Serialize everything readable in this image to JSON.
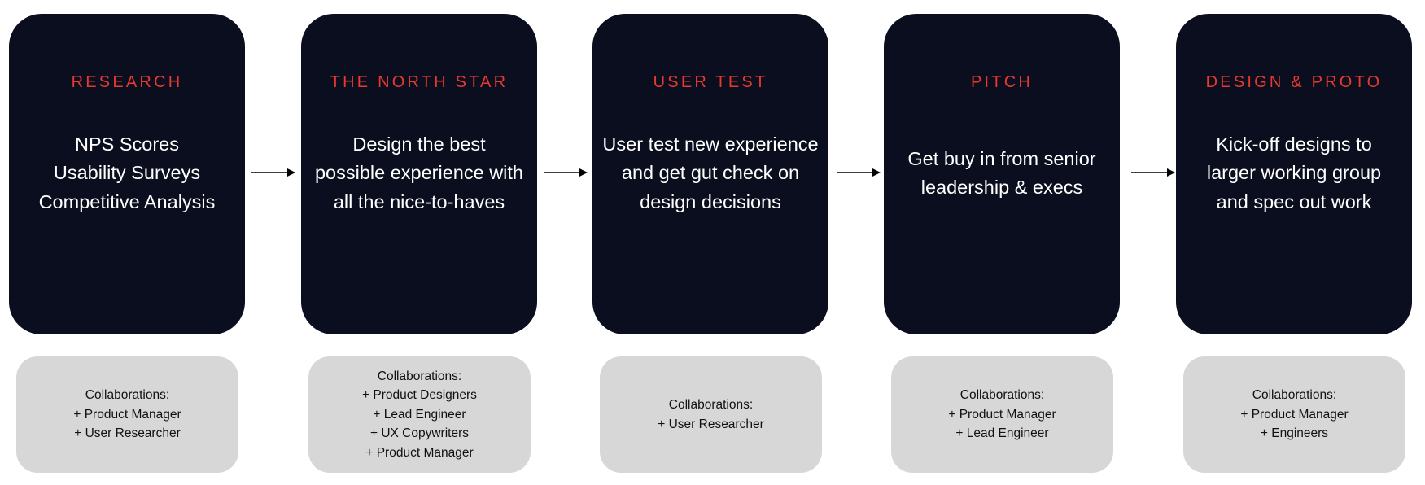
{
  "steps": [
    {
      "title": "RESEARCH",
      "body": "NPS Scores\nUsability Surveys\nCompetitive Analysis",
      "collaborations_label": "Collaborations:",
      "collaborators": [
        "+ Product Manager",
        "+ User Researcher"
      ]
    },
    {
      "title": "THE NORTH STAR",
      "body": "Design the best\npossible experience with\nall the nice-to-haves",
      "collaborations_label": "Collaborations:",
      "collaborators": [
        "+ Product Designers",
        "+ Lead Engineer",
        "+ UX Copywriters",
        "+ Product Manager"
      ]
    },
    {
      "title": "USER TEST",
      "body": "User test new experience\nand get gut check on\ndesign decisions",
      "collaborations_label": "Collaborations:",
      "collaborators": [
        "+ User Researcher"
      ]
    },
    {
      "title": "PITCH",
      "body": "Get buy in from senior\nleadership & execs",
      "collaborations_label": "Collaborations:",
      "collaborators": [
        "+ Product Manager",
        "+ Lead Engineer"
      ]
    },
    {
      "title": "DESIGN & PROTO",
      "body": "Kick-off designs to\nlarger working group\nand spec out work",
      "collaborations_label": "Collaborations:",
      "collaborators": [
        "+ Product Manager",
        "+ Engineers"
      ]
    }
  ],
  "colors": {
    "card_background": "#0a0e1e",
    "title_accent": "#e8392e",
    "body_text": "#ffffff",
    "collab_background": "#d7d7d7",
    "collab_text": "#111111",
    "arrow": "#000000"
  }
}
